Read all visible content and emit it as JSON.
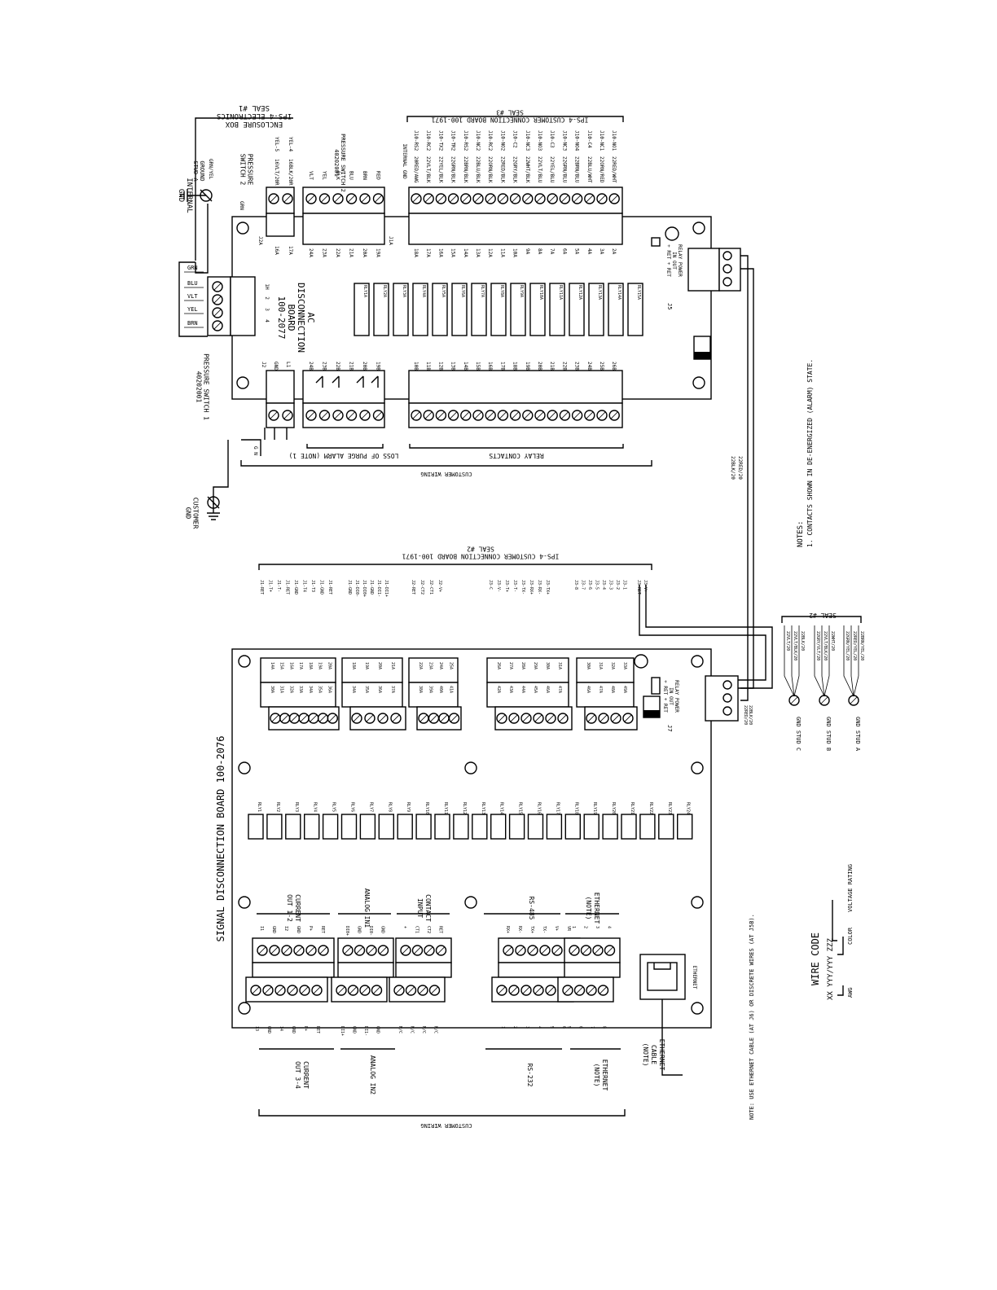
{
  "ac_board": {
    "name": "AC\nDISCONNECTION\nBOARD\n100-2077",
    "enclosure_label": "ENCLOSURE BOX\nIPS-4 ELECTRONICS\nSEAL #1",
    "internal_gnd": "INTERNAL\nGND",
    "ground_stud": "GROUND\nSTUD A",
    "grn_stud_label": "GRN/YEL",
    "pressure_switch_1": "PRESSURE SWITCH 1\n40202001",
    "pressure_switch_2_left": "PRESSURE\nSWITCH 2",
    "pressure_switch_2_mid": "PRESSURE SWITCH 2\n40202001",
    "psw2_pins": [
      "YEL-5",
      "YEL-4"
    ],
    "psw2_pins_low": [
      "16A",
      "17A"
    ],
    "psw2_codes": [
      "16VLT/20R",
      "16BLK/20R"
    ],
    "purge_pins": [
      "VLT",
      "YEL",
      "BLK",
      "BLU",
      "BRN",
      "RED"
    ],
    "purge_codes": [
      "24A",
      "23A",
      "22A",
      "21A",
      "20A",
      "19A"
    ],
    "internal_gnd_label": "INTERNAL GND",
    "customer_board_top": "IPS-4 CUSTOMER CONNECTION BOARD 100-1971\nSEAL #3",
    "relay_pins_top": [
      "J10-RS2",
      "J10-RC2",
      "J10-TX2",
      "J10-TR2",
      "J10-RS2",
      "J10-NC2",
      "J10-RC2",
      "J10-NO2",
      "J10-C2",
      "J10-NC3",
      "J10-NO3",
      "J10-C3",
      "J10-NC3",
      "J10-NO4",
      "J10-C4",
      "J10-NC1",
      "J10-NO1"
    ],
    "relay_codes_top": [
      "20RED/AWG",
      "22VLT/BLK",
      "22YEL/BLK",
      "22GRN/BLK",
      "22BRN/BLK",
      "22BLU/BLK",
      "22ORN/BLK",
      "22RED/BLK",
      "22GRY/BLK",
      "22WHT/BLK",
      "22VLT/BLU",
      "22YEL/BLU",
      "22GRN/BLU",
      "22BRN/BLU",
      "22BLU/WHT",
      "22ORN/RED",
      "22RED/WHT"
    ],
    "relay_pins_mid": [
      "18A",
      "17A",
      "16A",
      "15A",
      "14A",
      "13A",
      "12A",
      "11A",
      "10A",
      "9A",
      "8A",
      "7A",
      "6A",
      "5A",
      "4A",
      "3A",
      "2A"
    ],
    "relays": [
      "RLY1A",
      "RLY2A",
      "RLY3A",
      "RLY4A",
      "RLY5A",
      "RLY6A",
      "RLY7A",
      "RLY8A",
      "RLY9A",
      "RLY10A",
      "RLY11A",
      "RLY12A",
      "RLY13A",
      "RLY14A",
      "RLY15A"
    ],
    "power_wires": [
      "GRN",
      "BLU",
      "VLT",
      "YEL",
      "BRN"
    ],
    "power_pins": [
      "1H",
      "2",
      "3",
      "4"
    ],
    "relay_power": "RELAY POWER\nIN   OUT\n+ RET  + RET",
    "j5": "J5",
    "bottom_pins_left": [
      "J2",
      "GND",
      "L1"
    ],
    "bottom_pins_purge": [
      "24B",
      "23B",
      "22B",
      "21B",
      "20B",
      "19B"
    ],
    "bottom_pins_relay": [
      "10B",
      "11B",
      "12B",
      "13B",
      "14B",
      "15B",
      "16B",
      "17B",
      "18B",
      "19B",
      "20B",
      "21B",
      "22B",
      "23B",
      "24B",
      "25B",
      "26B"
    ],
    "customer_g": "G N",
    "customer_gnd": "CUSTOMER\nGND",
    "loss_of_purge": "LOSS OF PURGE ALARM (NOTE 1)",
    "relay_contacts": "RELAY CONTACTS",
    "customer_wiring": "CUSTOMER WIRING",
    "wire_28": "22RED/20",
    "wire_28b": "22BLK/20"
  },
  "signal_board": {
    "name": "SIGNAL DISCONNECTION BOARD 100-2076",
    "customer_board_bottom": "IPS-4 CUSTOMER CONNECTION BOARD 100-1971\nSEAL #2",
    "top_labels_g1": [
      "J1-RET",
      "J1-T+",
      "J1-T-",
      "J1-RET",
      "J1-GND",
      "J1-T4",
      "J1-T3",
      "J1-GND",
      "J1-RET"
    ],
    "top_labels_g2": [
      "J1-GND",
      "J1-DI0-",
      "J1-DI0+",
      "J1-GND",
      "J1-DI1-",
      "J1-DI1+"
    ],
    "top_labels_g3": [
      "J2-RET",
      "J2-CT2",
      "J2-CT1",
      "J2-V+"
    ],
    "top_labels_g4": [
      "J3-C",
      "J3-V-",
      "J3-T+",
      "J3-T-",
      "J3-TX-",
      "J3-RX+",
      "J3-RX-",
      "J3-TX+"
    ],
    "top_labels_g5": [
      "J3-8",
      "J3-7",
      "J3-6",
      "J3-5",
      "J3-4",
      "J3-3",
      "J3-2",
      "J3-1"
    ],
    "top_labels_g6": [
      "J3-RET",
      "J3-V+"
    ],
    "relays": [
      "RLY1",
      "RLY2",
      "RLY3",
      "RLY4",
      "RLY5",
      "RLY6",
      "RLY7",
      "RLY8",
      "RLY9",
      "RLY10",
      "RLY11",
      "RLY12",
      "RLY13",
      "RLY14",
      "RLY15",
      "RLY16",
      "RLY17",
      "RLY18",
      "RLY19",
      "RLY20",
      "RLY21",
      "RLY22",
      "RLY23",
      "RLY24"
    ],
    "sections": {
      "current_out": "CURRENT\nOUT 1-2",
      "analog_in": "ANALOG IN1",
      "contact_input": "CONTACT\nINPUT",
      "rs485": "RS-485",
      "ethernet": "ETHERNET\n(NOTE)"
    },
    "current_pins": [
      "I1",
      "GND",
      "I2",
      "GND",
      "P+",
      "RET"
    ],
    "analog_pins": [
      "DI0+",
      "GND",
      "DI0-",
      "GND"
    ],
    "contact_pins": [
      "+",
      "CT1",
      "CT2",
      "RET"
    ],
    "rs485_pins": [
      "RX+",
      "RX-",
      "TX+",
      "TX-",
      "V+",
      "VR"
    ],
    "ethernet_pins": [
      "1",
      "2",
      "3",
      "4"
    ],
    "ethernet_jack": "ETHERNET",
    "bottom_labels": {
      "current_out_34": "CURRENT\nOUT 3-4",
      "analog_in2": "ANALOG IN2",
      "rs232": "RS-232",
      "ethernet_note": "ETHERNET\n(NOTE)",
      "ethernet_cable": "ETHERNET\nCABLE\n(NOTE)"
    },
    "bottom_pins_current": [
      "I3",
      "GND",
      "I4",
      "GND",
      "P+",
      "RET"
    ],
    "bottom_pins_analog": [
      "DI1+",
      "GND",
      "DI1-",
      "GND"
    ],
    "bottom_pins_contact": [
      "N/C",
      "N/C",
      "N/C",
      "N/C"
    ],
    "bottom_pins_rs232": [
      "1",
      "2",
      "3",
      "4",
      "5",
      "6"
    ],
    "bottom_pins_eth": [
      "5",
      "6",
      "7",
      "8"
    ],
    "customer_wiring": "CUSTOMER WIRING",
    "relay_power": "RELAY POWER\nIN   OUT\n+ RET  + RET",
    "j7": "J7",
    "wires_right": [
      "22RED/20",
      "22BLK/20"
    ]
  },
  "gnd_studs": {
    "seal": "SEAL #2",
    "studs": [
      "GND STUD C",
      "GND STUD B",
      "GND STUD A"
    ],
    "wires_c": [
      "22VLT/20",
      "22VLT/BLK/20",
      "22BLK/20"
    ],
    "wires_b": [
      "22GRY/VLT/20",
      "22VLT/BLK/20",
      "22WHT/20"
    ],
    "wires_a": [
      "22GRN/YEL/20",
      "22RED/YEL/20",
      "22BRN/YEL/20"
    ]
  },
  "notes": {
    "title": "NOTES:",
    "line1": "1. CONTACTS SHOWN IN DE-ENERGIZED (ALARM) STATE.",
    "ethernet_note": "NOTE: USE ETHERNET CABLE (AT J6) OR DISCRETE WIRES (AT J5B)."
  },
  "wire_code": {
    "title": "WIRE CODE",
    "format": "XX YYY/YYY ZZZ",
    "awg": "AWG",
    "color": "COLOR",
    "voltage": "VOLTAGE RATING"
  }
}
